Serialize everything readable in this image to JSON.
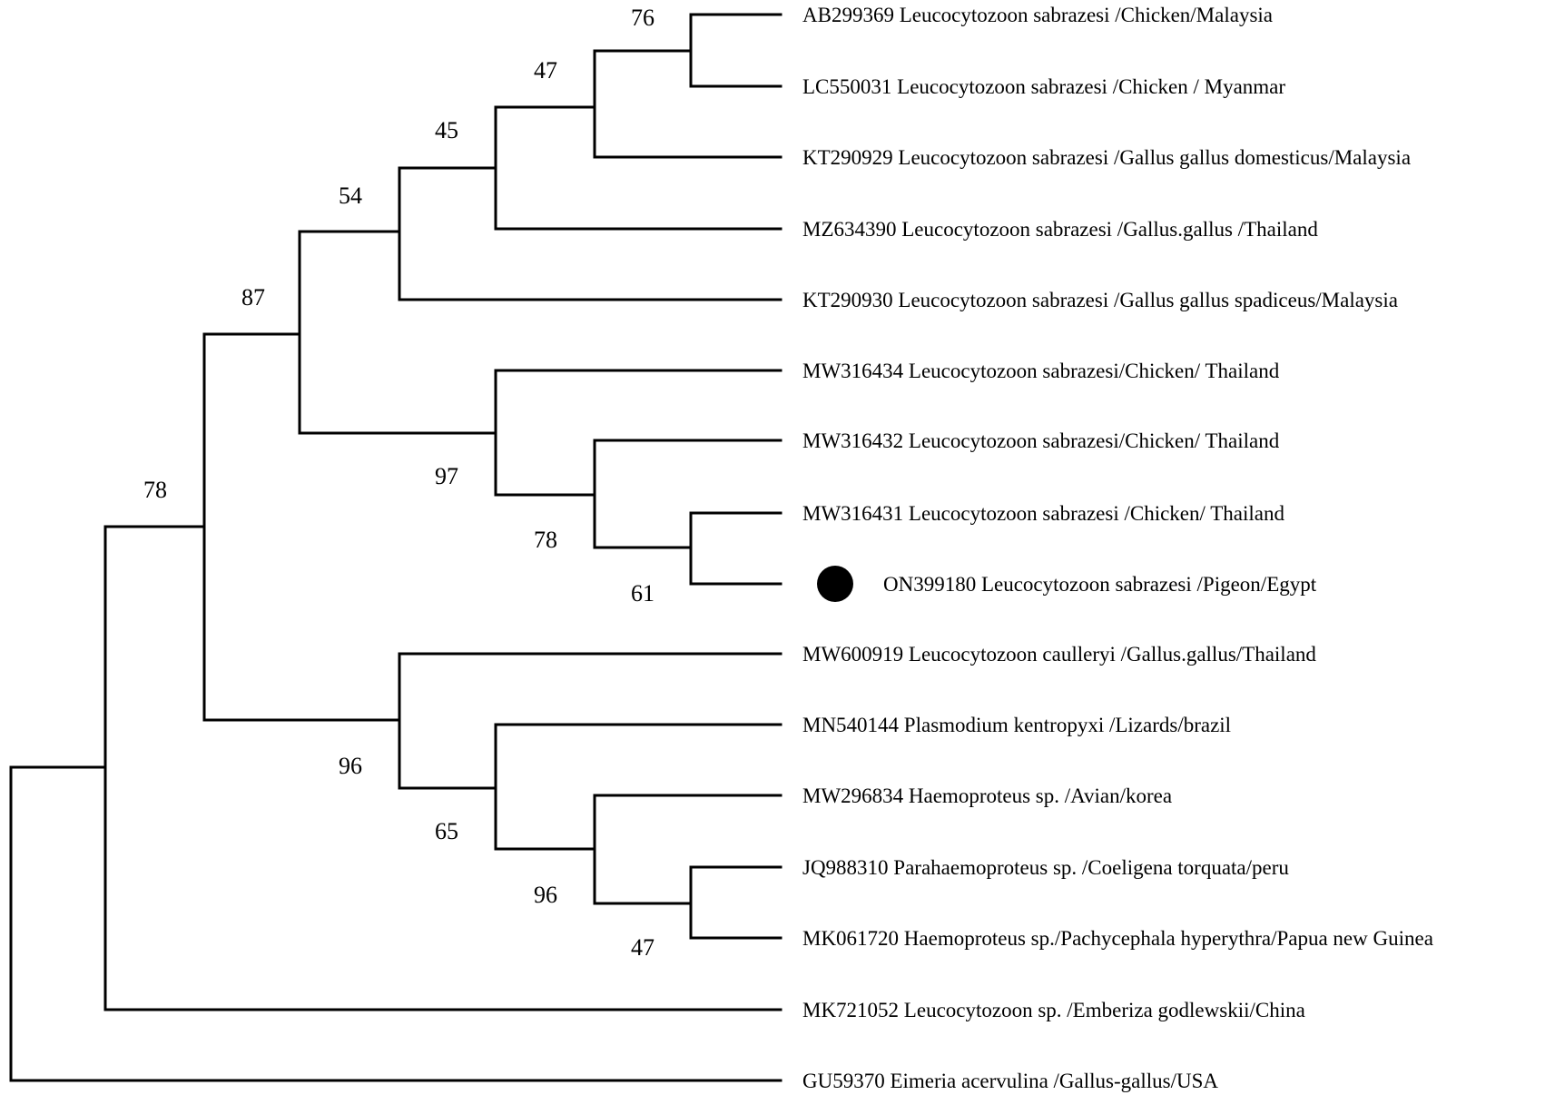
{
  "tree": {
    "taxa": [
      "AB299369 Leucocytozoon sabrazesi /Chicken/Malaysia",
      "LC550031 Leucocytozoon sabrazesi /Chicken / Myanmar",
      "KT290929 Leucocytozoon sabrazesi /Gallus gallus domesticus/Malaysia",
      "MZ634390 Leucocytozoon sabrazesi /Gallus.gallus /Thailand",
      "KT290930 Leucocytozoon sabrazesi /Gallus gallus spadiceus/Malaysia",
      "MW316434 Leucocytozoon sabrazesi/Chicken/ Thailand",
      "MW316432 Leucocytozoon sabrazesi/Chicken/ Thailand",
      "MW316431 Leucocytozoon sabrazesi /Chicken/ Thailand",
      "ON399180 Leucocytozoon sabrazesi /Pigeon/Egypt",
      "MW600919 Leucocytozoon caulleryi /Gallus.gallus/Thailand",
      "MN540144 Plasmodium kentropyxi /Lizards/brazil",
      "MW296834 Haemoproteus sp. /Avian/korea",
      "JQ988310 Parahaemoproteus sp. /Coeligena torquata/peru",
      "MK061720 Haemoproteus sp./Pachycephala hyperythra/Papua new Guinea",
      "MK721052 Leucocytozoon sp. /Emberiza godlewskii/China",
      "GU59370 Eimeria acervulina /Gallus-gallus/USA"
    ],
    "highlighted_taxon": "ON399180 Leucocytozoon sabrazesi /Pigeon/Egypt",
    "marker_color": "#000000",
    "supports": {
      "ab_lc": "76",
      "ab_lc_kt929": "47",
      "with_mz": "45",
      "with_kt930": "54",
      "sabrazesi_clade": "87",
      "mw_thailand_clade": "97",
      "mw432_group": "78",
      "mw431_on": "61",
      "main_clade": "78",
      "mixed_clade": "96",
      "mn_group": "65",
      "haemo_group": "96",
      "jq_mk": "47"
    }
  }
}
